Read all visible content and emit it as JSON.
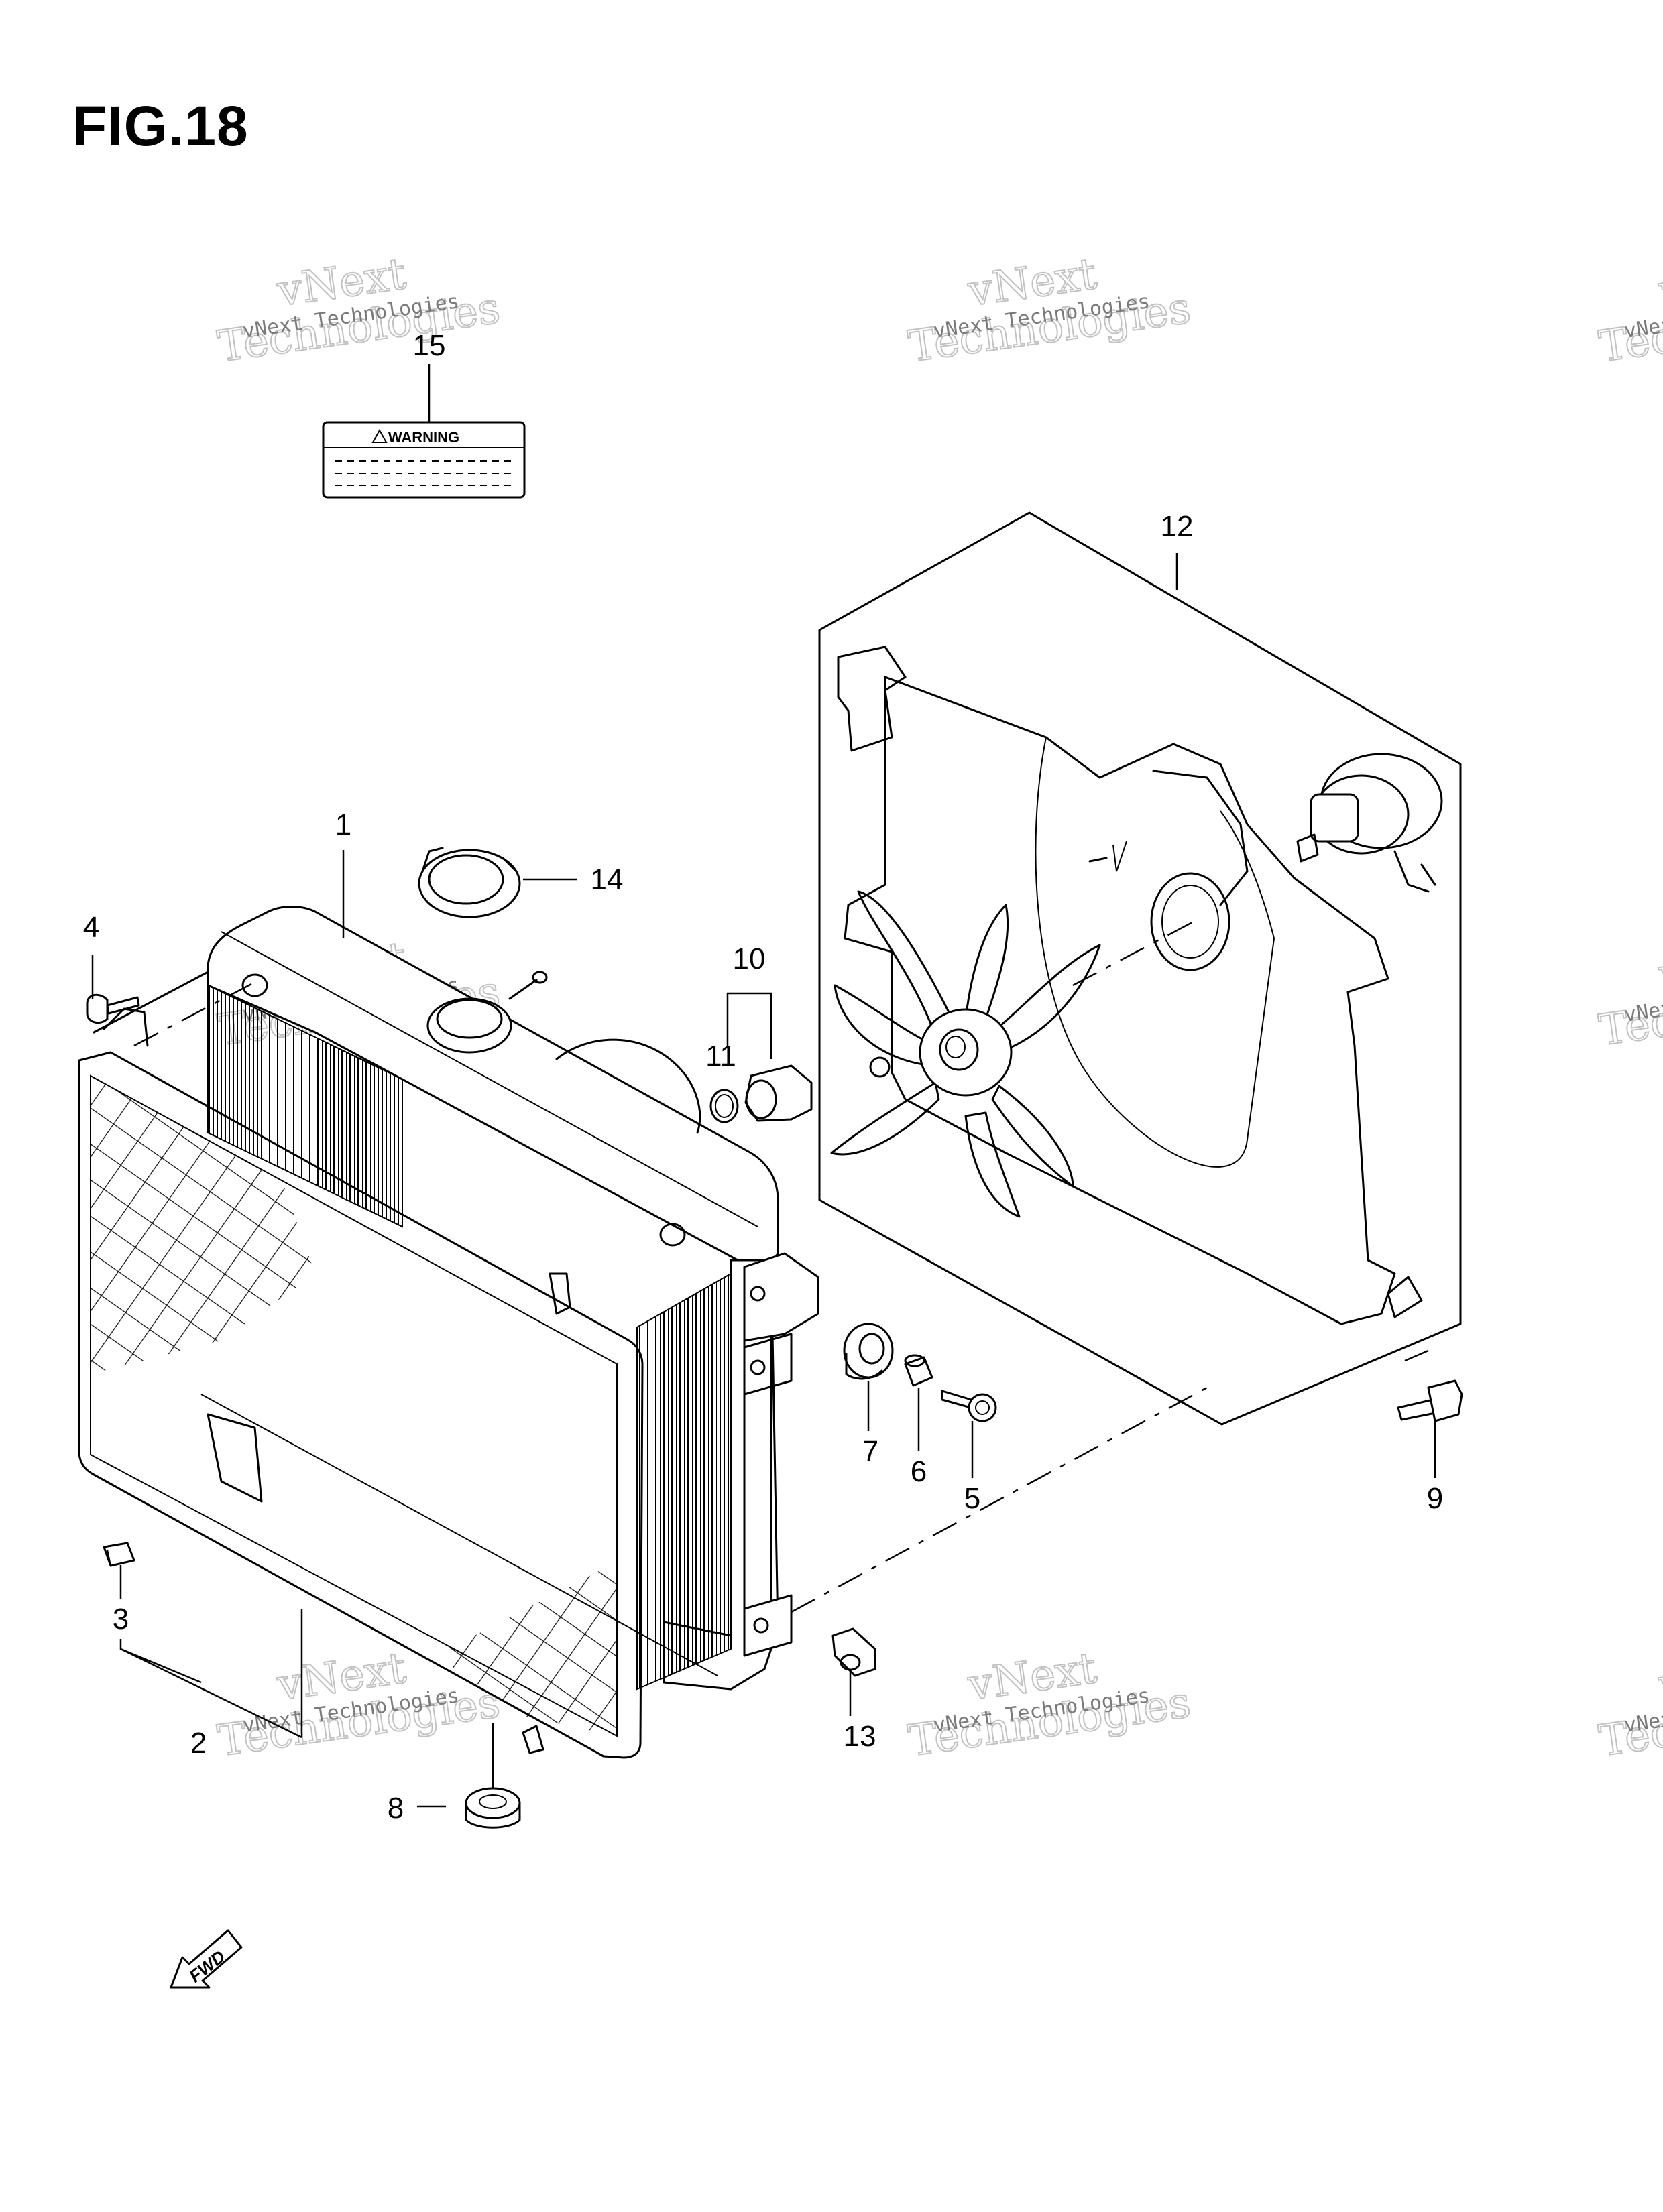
{
  "figure": {
    "title": "FIG.18"
  },
  "label": {
    "warning_text": "WARNING"
  },
  "fwd_arrow": {
    "text": "FWD"
  },
  "watermark": {
    "line1": "vNext Technologies",
    "line2": "Technologies",
    "line3": "vNext"
  },
  "callouts": [
    {
      "number": "1"
    },
    {
      "number": "2"
    },
    {
      "number": "3"
    },
    {
      "number": "4"
    },
    {
      "number": "5"
    },
    {
      "number": "6"
    },
    {
      "number": "7"
    },
    {
      "number": "8"
    },
    {
      "number": "9"
    },
    {
      "number": "10"
    },
    {
      "number": "11"
    },
    {
      "number": "12"
    },
    {
      "number": "13"
    },
    {
      "number": "14"
    },
    {
      "number": "15"
    }
  ]
}
